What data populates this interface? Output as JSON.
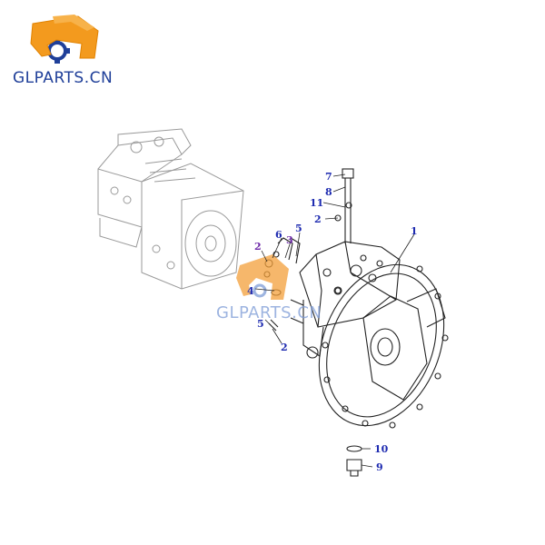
{
  "brand": {
    "name": "GLPARTS.CN",
    "logo": "glparts-logo",
    "accent": "#f39a1e",
    "text_color": "#1f3f99"
  },
  "watermark": {
    "text": "GLPARTS.CN"
  },
  "callouts": [
    {
      "id": "c1",
      "label": "1"
    },
    {
      "id": "c2a",
      "label": "2"
    },
    {
      "id": "c2b",
      "label": "2"
    },
    {
      "id": "c2c",
      "label": "2"
    },
    {
      "id": "c3",
      "label": "3"
    },
    {
      "id": "c4",
      "label": "4"
    },
    {
      "id": "c5a",
      "label": "5"
    },
    {
      "id": "c5b",
      "label": "5"
    },
    {
      "id": "c6",
      "label": "6"
    },
    {
      "id": "c7",
      "label": "7"
    },
    {
      "id": "c8",
      "label": "8"
    },
    {
      "id": "c9",
      "label": "9"
    },
    {
      "id": "c10",
      "label": "10"
    },
    {
      "id": "c11",
      "label": "11"
    }
  ],
  "colors": {
    "callout": "#1e2bb0",
    "callout_alt": "#6d2aa8",
    "line_art": "#222222",
    "ghost_art": "#9a9a9a"
  }
}
